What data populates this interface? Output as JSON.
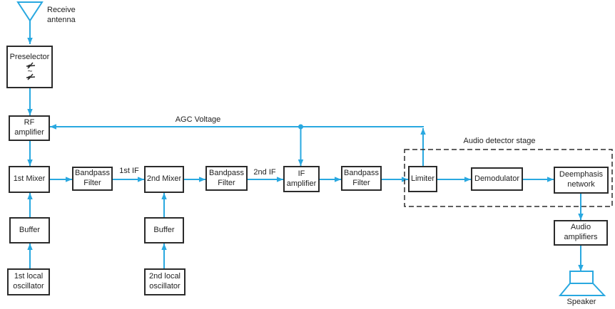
{
  "colors": {
    "wire": "#29A8E0",
    "box_border": "#2b2b2b",
    "text": "#222222",
    "background": "#ffffff"
  },
  "labels": {
    "receive_antenna": "Receive\nantenna",
    "agc_voltage": "AGC Voltage",
    "first_if": "1st IF",
    "second_if": "2nd IF",
    "audio_detector_stage": "Audio detector stage",
    "speaker": "Speaker"
  },
  "blocks": {
    "preselector": "Preselector",
    "rf_amplifier": "RF\namplifier",
    "first_mixer": "1st Mixer",
    "buffer_1": "Buffer",
    "first_local_oscillator": "1st local\noscillator",
    "bandpass_filter_1": "Bandpass\nFilter",
    "second_mixer": "2nd Mixer",
    "buffer_2": "Buffer",
    "second_local_oscillator": "2nd local\noscillator",
    "bandpass_filter_2": "Bandpass\nFilter",
    "if_amplifier": "IF\namplifier",
    "bandpass_filter_3": "Bandpass\nFilter",
    "limiter": "Limiter",
    "demodulator": "Demodulator",
    "deemphasis_network": "Deemphasis\nnetwork",
    "audio_amplifiers": "Audio\namplifiers"
  },
  "icons": {
    "antenna": "receive-antenna-icon",
    "tuning": "variable-tuning-icon",
    "speaker": "speaker-icon"
  }
}
